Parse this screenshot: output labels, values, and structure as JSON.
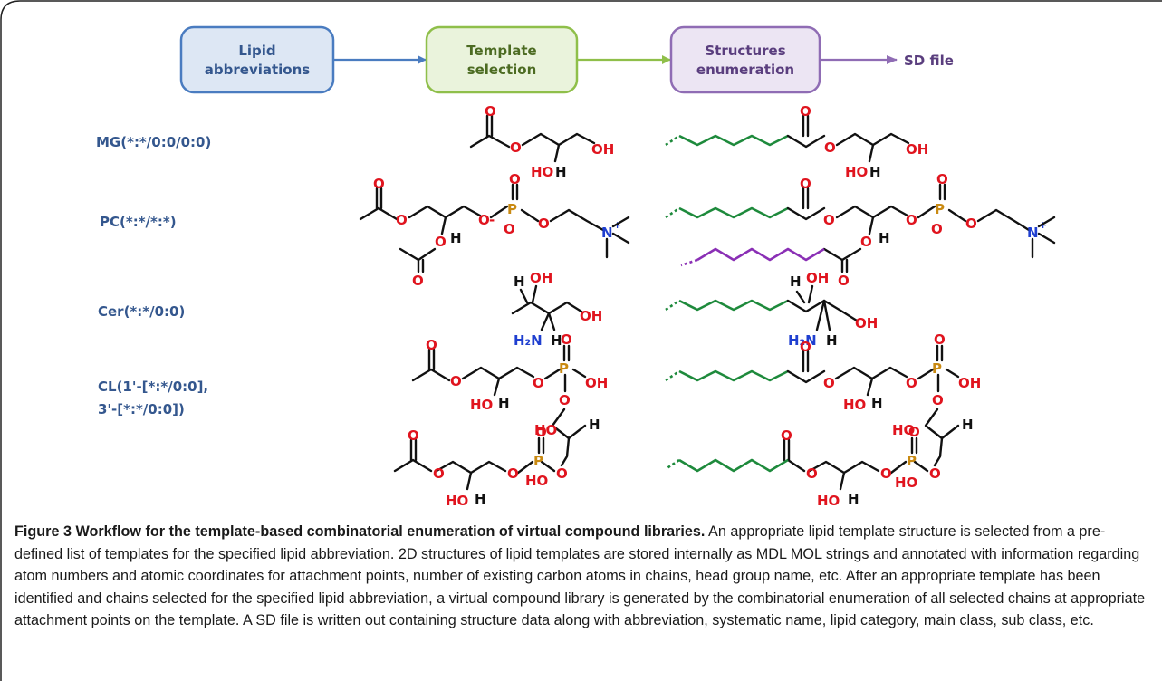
{
  "workflow": {
    "box1": [
      "Lipid",
      "abbreviations"
    ],
    "box2": [
      "Template",
      "selection"
    ],
    "box3": [
      "Structures",
      "enumeration"
    ],
    "output": "SD file"
  },
  "lipids": {
    "mg": "MG(*:*/0:0/0:0)",
    "pc": "PC(*:*/*:*)",
    "cer": "Cer(*:*/0:0)",
    "cl_line1": "CL(1'-[*:*/0:0],",
    "cl_line2": "3'-[*:*/0:0])"
  },
  "caption": {
    "title": "Figure 3 Workflow for the template-based combinatorial enumeration of virtual compound libraries.",
    "body": "An appropriate lipid template structure is selected from a pre-defined list of templates for the specified lipid abbreviation. 2D structures of lipid templates are stored internally as MDL MOL strings and annotated with information regarding atom numbers and atomic coordinates for attachment points, number of existing carbon atoms in chains, head group name, etc. After an appropriate template has been identified and chains selected for the specified lipid abbreviation, a virtual compound library is generated by the combinatorial enumeration of all selected chains at appropriate attachment points on the template. A SD file is written out containing structure data along with abbreviation, systematic name, lipid category, main class, sub class, etc."
  },
  "colors": {
    "box1_stroke": "#4a7cc0",
    "box1_fill": "#dde7f4",
    "box2_stroke": "#8fbf4a",
    "box2_fill": "#eaf3dc",
    "box3_stroke": "#8f6cb4",
    "box3_fill": "#ece5f3",
    "oxygen": "#e0141e",
    "nitrogen": "#1f3fd0",
    "phosphorus": "#c98a12",
    "chain_green": "#1e8a3c",
    "chain_purple": "#8a2fb5"
  }
}
